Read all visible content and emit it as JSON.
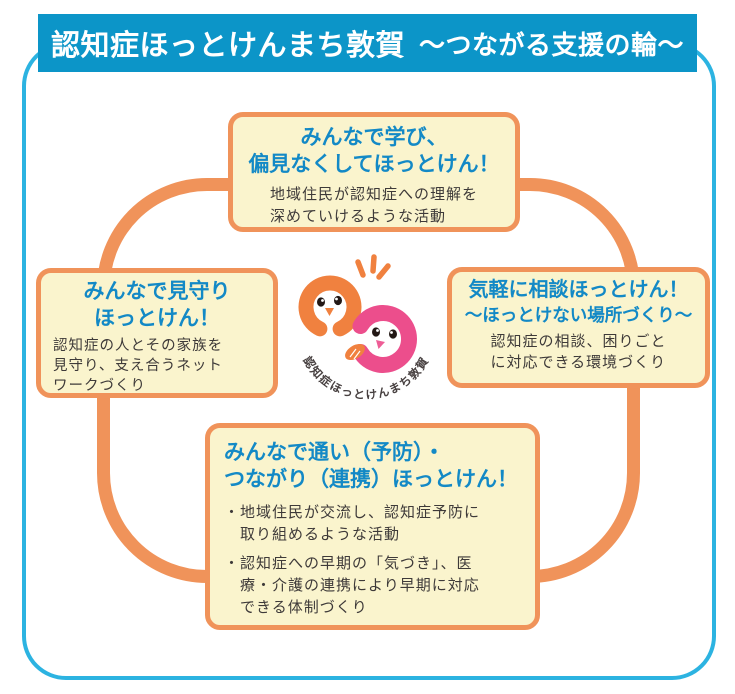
{
  "banner": {
    "title": "認知症ほっとけんまち敦賀",
    "subtitle": "～つながる支援の輪～"
  },
  "boxes": {
    "top": {
      "title_lines": [
        "みんなで学び、",
        "偏見なくしてほっとけん！"
      ],
      "body_lines": [
        "地域住民が認知症への理解を",
        "深めていけるような活動"
      ]
    },
    "left": {
      "title_lines": [
        "みんなで見守り",
        "ほっとけん！"
      ],
      "body_lines": [
        "認知症の人とその家族を",
        "見守り、支え合うネット",
        "ワークづくり"
      ]
    },
    "right": {
      "title_lines": [
        "気軽に相談ほっとけん！",
        "～ほっとけない場所づくり～"
      ],
      "body_lines": [
        "認知症の相談、困りごと",
        "に対応できる環境づくり"
      ]
    },
    "bottom": {
      "title_lines": [
        "みんなで通い（予防）・",
        "つながり（連携）ほっとけん！"
      ],
      "bullets": [
        {
          "lines": [
            "・地域住民が交流し、認知症予防に",
            "　取り組めるような活動"
          ]
        },
        {
          "lines": [
            "・認知症への早期の「気づき」、医",
            "　療・介護の連携により早期に対応",
            "　できる体制づくり"
          ]
        }
      ]
    }
  },
  "logo": {
    "caption": "認知症ほっとけんまち敦賀"
  },
  "colors": {
    "banner_blue": "#0c95c8",
    "frame_cyan": "#2cb3e1",
    "ring_orange": "#f0935a",
    "card_cream": "#faf4cd",
    "title_blue": "#1389c6",
    "body_gray": "#3e3a39",
    "mascot_orange": "#f0813f",
    "mascot_pink": "#ec4e8c"
  }
}
